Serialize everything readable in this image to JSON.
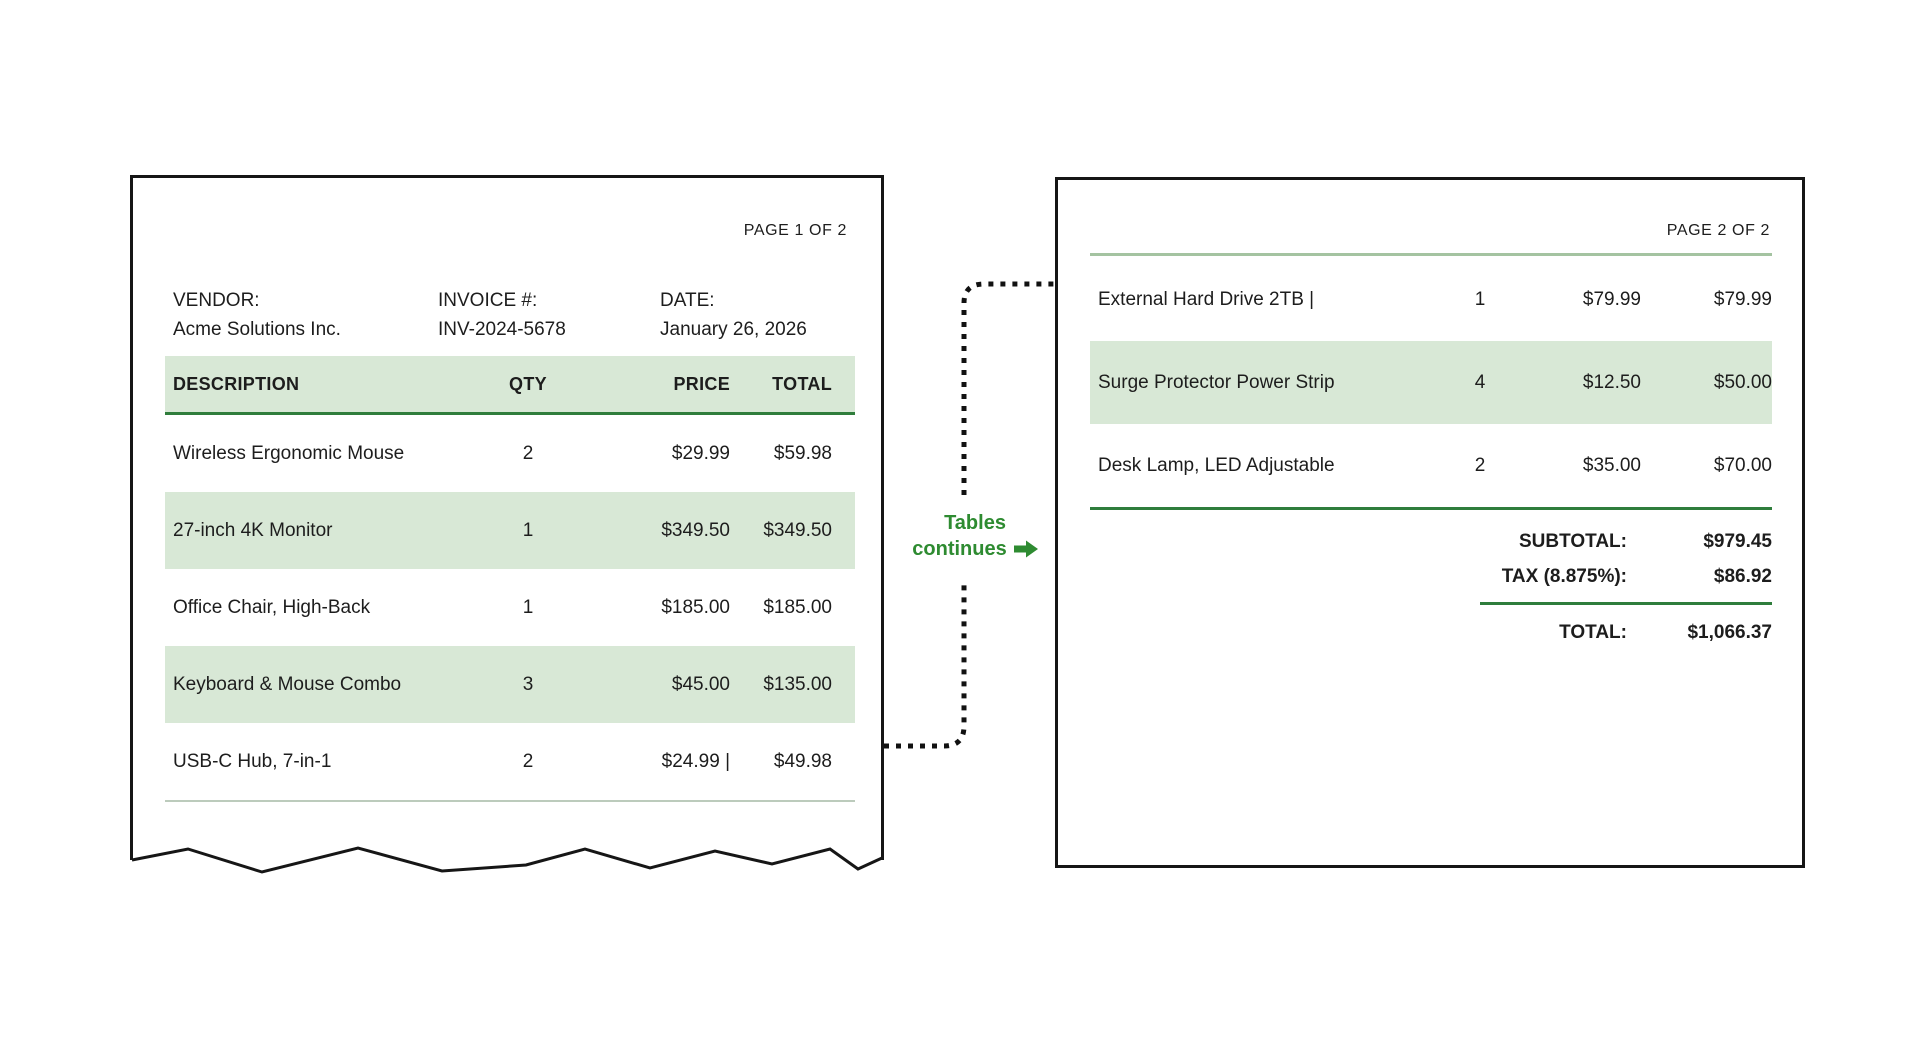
{
  "page1": {
    "page_label": "PAGE 1 OF 2",
    "meta": {
      "vendor_label": "VENDOR:",
      "vendor_value": "Acme Solutions Inc.",
      "invoice_label": "INVOICE #:",
      "invoice_value": "INV-2024-5678",
      "date_label": "DATE:",
      "date_value": "January 26, 2026"
    },
    "table": {
      "headers": [
        "DESCRIPTION",
        "QTY",
        "PRICE",
        "TOTAL"
      ],
      "rows": [
        {
          "description": "Wireless Ergonomic Mouse",
          "qty": "2",
          "price": "$29.99",
          "total": "$59.98"
        },
        {
          "description": "27-inch 4K Monitor",
          "qty": "1",
          "price": "$349.50",
          "total": "$349.50"
        },
        {
          "description": "Office Chair, High-Back",
          "qty": "1",
          "price": "$185.00",
          "total": "$185.00"
        },
        {
          "description": "Keyboard & Mouse Combo",
          "qty": "3",
          "price": "$45.00",
          "total": "$135.00"
        },
        {
          "description": "USB-C Hub, 7-in-1",
          "qty": "2",
          "price": "$24.99 |",
          "total": "$49.98"
        }
      ]
    }
  },
  "connector": {
    "label_line1": "Tables",
    "label_line2": "continues",
    "arrow_icon": "green-right-arrow"
  },
  "page2": {
    "page_label": "PAGE 2 OF 2",
    "table": {
      "rows": [
        {
          "description": "External Hard Drive 2TB |",
          "qty": "1",
          "price": "$79.99",
          "total": "$79.99"
        },
        {
          "description": "Surge Protector Power Strip",
          "qty": "4",
          "price": "$12.50",
          "total": "$50.00"
        },
        {
          "description": "Desk Lamp, LED Adjustable",
          "qty": "2",
          "price": "$35.00",
          "total": "$70.00"
        }
      ]
    },
    "totals": {
      "subtotal_label": "SUBTOTAL:",
      "subtotal_value": "$979.45",
      "tax_label": "TAX (8.875%):",
      "tax_value": "$86.92",
      "total_label": "TOTAL:",
      "total_value": "$1,066.37"
    }
  },
  "colors": {
    "row_highlight": "#d8e8d6",
    "rule_dark_green": "#2f7d3c",
    "rule_light_green": "#a4c3a1",
    "annotation_green": "#2e8b31",
    "border_black": "#161616"
  }
}
